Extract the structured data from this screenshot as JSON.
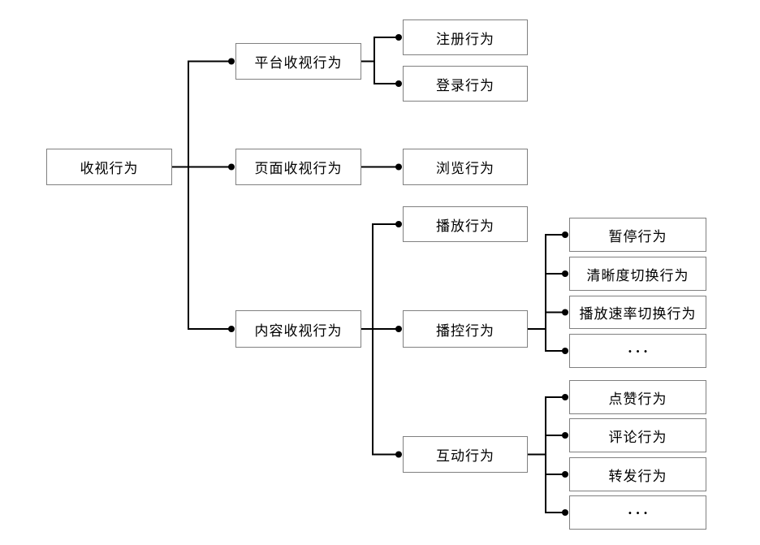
{
  "colors": {
    "background": "#ffffff",
    "box_border": "#808080",
    "box_fill": "#ffffff",
    "connector": "#000000",
    "text": "#000000"
  },
  "tree": {
    "label": "收视行为",
    "children": [
      {
        "label": "平台收视行为",
        "children": [
          {
            "label": "注册行为"
          },
          {
            "label": "登录行为"
          }
        ]
      },
      {
        "label": "页面收视行为",
        "children": [
          {
            "label": "浏览行为"
          }
        ]
      },
      {
        "label": "内容收视行为",
        "children": [
          {
            "label": "播放行为"
          },
          {
            "label": "播控行为",
            "children": [
              {
                "label": "暂停行为"
              },
              {
                "label": "清晰度切换行为"
              },
              {
                "label": "播放速率切换行为"
              },
              {
                "label": "···"
              }
            ]
          },
          {
            "label": "互动行为",
            "children": [
              {
                "label": "点赞行为"
              },
              {
                "label": "评论行为"
              },
              {
                "label": "转发行为"
              },
              {
                "label": "···"
              }
            ]
          }
        ]
      }
    ]
  }
}
